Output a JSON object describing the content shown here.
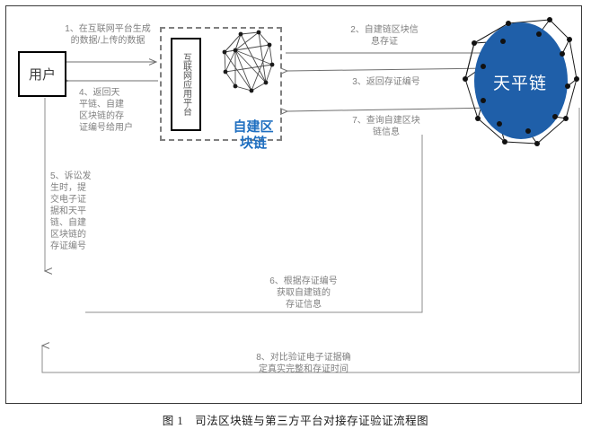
{
  "figure": {
    "caption": "图 1　司法区块链与第三方平台对接存证验证流程图"
  },
  "nodes": {
    "user": {
      "label": "用户"
    },
    "platform": {
      "label": "互联网应用平台"
    },
    "self_built_chain": {
      "label": "自建区\n块链",
      "color": "#1F6FC0"
    },
    "judicial_chain": {
      "label": "天平链",
      "fill": "#1F5FA9",
      "text_color": "#FFFFFF"
    }
  },
  "flows": [
    {
      "id": "1",
      "label": "1、在互联网平台生成\n的数据/上传的数据",
      "direction": "user-to-platform"
    },
    {
      "id": "2",
      "label": "2、自建链区块信\n息存证",
      "direction": "platform-to-chain"
    },
    {
      "id": "3",
      "label": "3、返回存证编号",
      "direction": "chain-to-platform"
    },
    {
      "id": "4",
      "label": "4、返回天\n平链、自建\n区块链的存\n证编号给用户",
      "direction": "platform-to-user"
    },
    {
      "id": "5",
      "label": "5、诉讼发\n生时，提\n交电子证\n据和天平\n链、自建\n区块链的\n存证编号",
      "direction": "user-down"
    },
    {
      "id": "6",
      "label": "6、根据存证编号\n获取自建链的\n存证信息",
      "direction": "court-to-platform"
    },
    {
      "id": "7",
      "label": "7、查询自建区块\n链信息",
      "direction": "chain-to-platform"
    },
    {
      "id": "8",
      "label": "8、对比验证电子证据确\n定真实完整和存证时间",
      "direction": "chain-to-court"
    }
  ],
  "colors": {
    "line": "#808080",
    "border": "#3a3a3a",
    "accent_blue": "#1F6FC0",
    "chain_fill": "#1F5FA9",
    "node_dark": "#1a1a1a"
  }
}
